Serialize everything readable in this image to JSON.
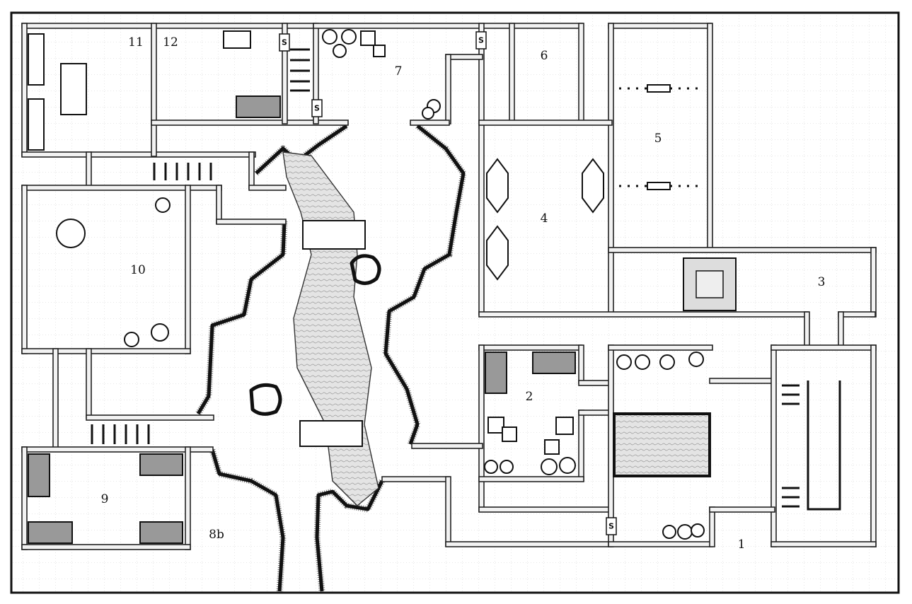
{
  "map": {
    "rooms": {
      "r1": "1",
      "r2": "2",
      "r3": "3",
      "r4": "4",
      "r5": "5",
      "r6": "6",
      "r7": "7",
      "r8b": "8b",
      "r9": "9",
      "r10": "10",
      "r11": "11",
      "r12": "12"
    },
    "secret_door_label": "S",
    "colors": {
      "ink": "#111111",
      "wall_fill": "#f2f2f2",
      "grid": "#bbbbbb",
      "river": "#dcdcdc"
    }
  }
}
